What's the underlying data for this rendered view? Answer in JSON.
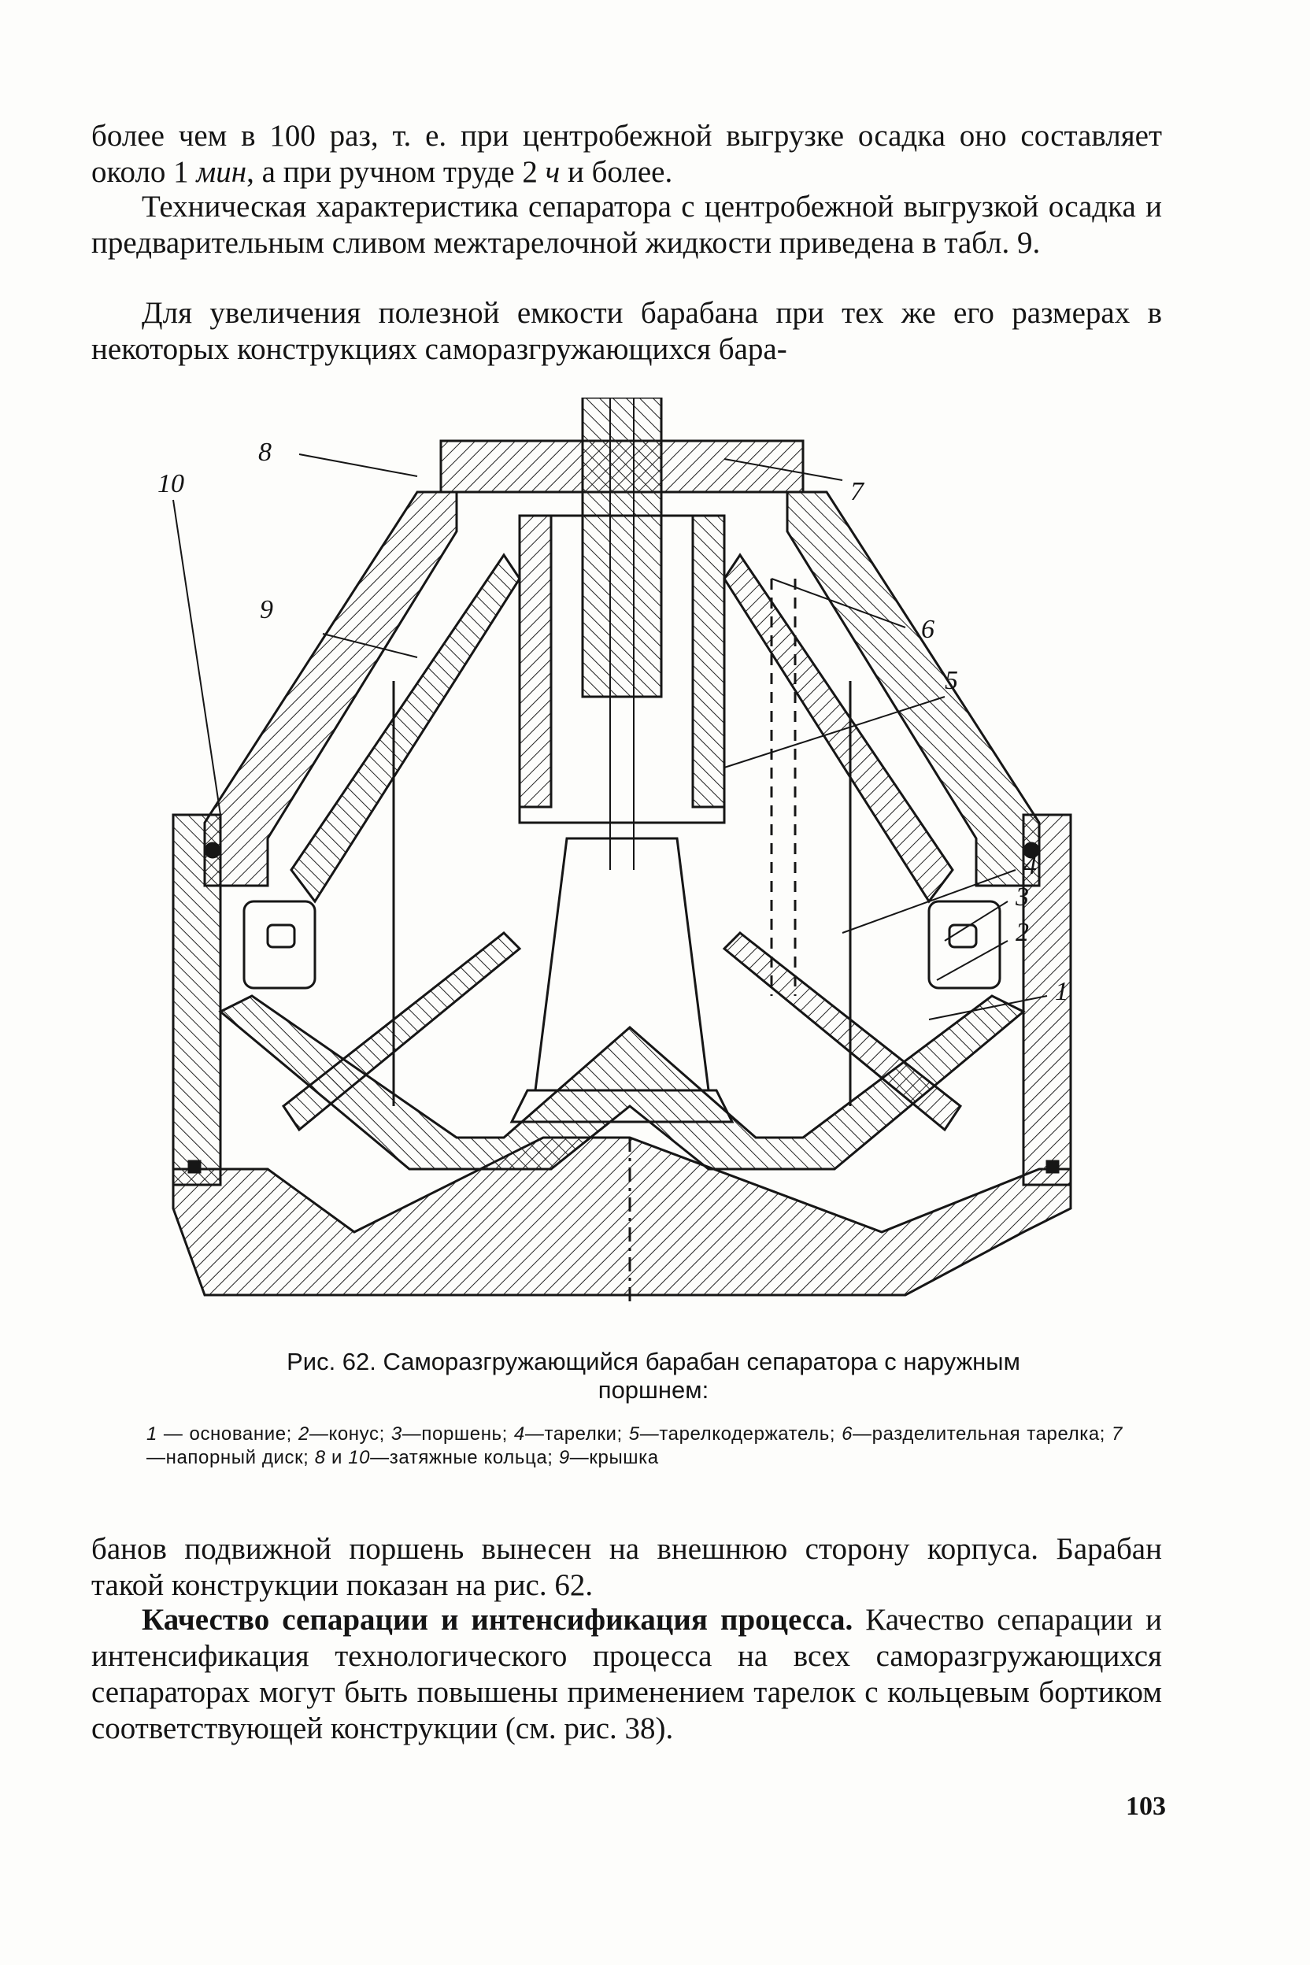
{
  "top_text": {
    "p1_line1_a": "более чем в 100 раз, т. е. при центробежной выгрузке осадка оно",
    "p1_line2_a": "составляет около 1 ",
    "p1_line2_i": "мин",
    "p1_line2_b": ", а при ручном труде 2 ",
    "p1_line2_i2": "ч",
    "p1_line2_c": " и более.",
    "p2": "Техническая характеристика сепаратора с центробежной выгрузкой осадка и предварительным сливом межтарелочной жидкости приведена в табл. 9.",
    "p3": "Для увеличения полезной емкости барабана при тех же его размерах в некоторых конструкциях саморазгружающихся бара-"
  },
  "figure": {
    "callouts": [
      "1",
      "2",
      "3",
      "4",
      "5",
      "6",
      "7",
      "8",
      "9",
      "10"
    ],
    "caption_line1": "Рис. 62. Саморазгружающийся барабан сепаратора с наружным",
    "caption_line2": "поршнем:",
    "legend": [
      {
        "num": "1",
        "text": " — основание; "
      },
      {
        "num": "2",
        "text": "—конус; "
      },
      {
        "num": "3",
        "text": "—поршень; "
      },
      {
        "num": "4",
        "text": "—тарелки; "
      },
      {
        "num": "5",
        "text": "—тарелкодержатель; "
      },
      {
        "num": "6",
        "text": "—разделительная тарелка; "
      },
      {
        "num": "7",
        "text": "—напорный диск; "
      },
      {
        "num": "8",
        "text": " и "
      },
      {
        "num": "10",
        "text": "—затяжные кольца; "
      },
      {
        "num": "9",
        "text": "—крышка"
      }
    ]
  },
  "bottom_text": {
    "p4": "банов подвижной поршень вынесен на внешнюю сторону корпуса. Барабан такой конструкции показан на рис. 62.",
    "p5_head": "Качество сепарации и интенсификация процесса.",
    "p5_body": " Качество сепарации и интенсификация технологического процесса на всех саморазгружающихся сепараторах могут быть повышены применением тарелок с кольцевым бортиком соответствующей конструкции (см. рис. 38)."
  },
  "page_number": "103"
}
